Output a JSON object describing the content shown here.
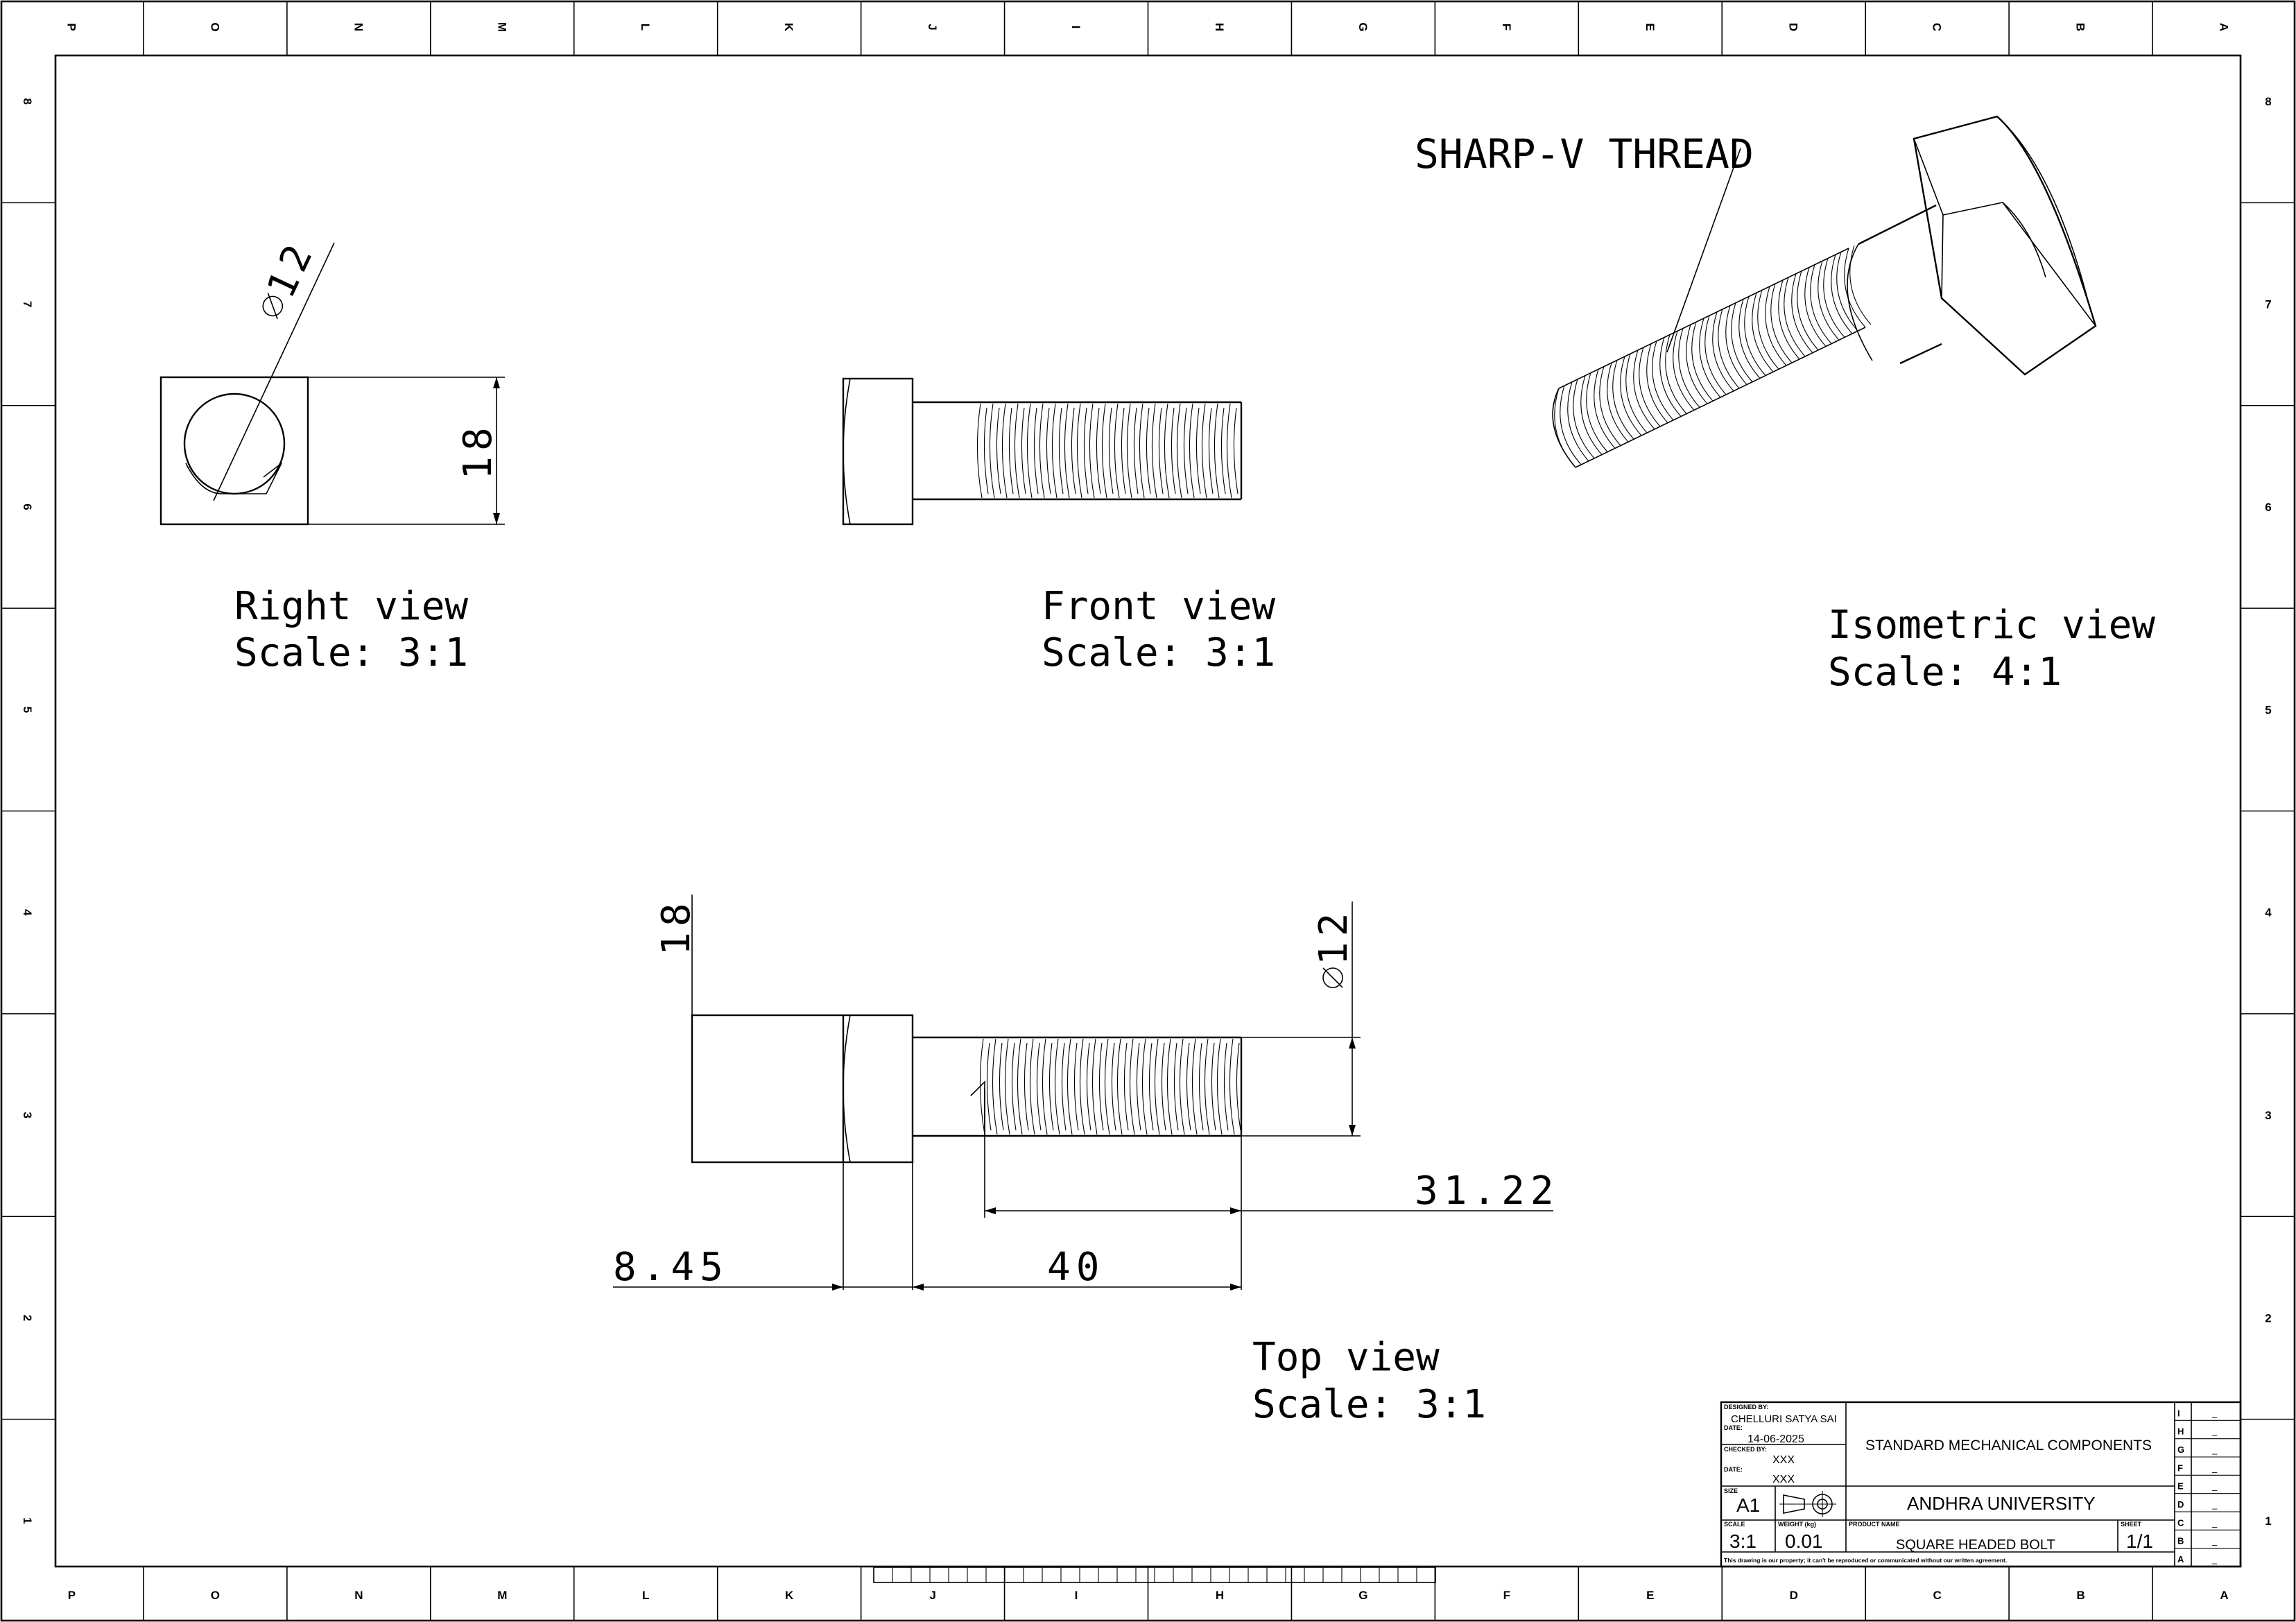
{
  "annotation": {
    "thread_callout": "SHARP-V THREAD"
  },
  "views": {
    "right": {
      "name": "Right view",
      "scale": "Scale:  3:1"
    },
    "front": {
      "name": "Front view",
      "scale": "Scale:  3:1"
    },
    "isometric": {
      "name": "Isometric view",
      "scale": "Scale:  4:1"
    },
    "top": {
      "name": "Top view",
      "scale": "Scale:  3:1"
    }
  },
  "dimensions": {
    "right_diameter": "12",
    "right_height": "18",
    "top_height": "18",
    "top_diameter": "12",
    "thread_length": "31.22",
    "head_width": "8.45",
    "overall_length": "40"
  },
  "zones": {
    "columns": [
      "P",
      "O",
      "N",
      "M",
      "L",
      "K",
      "J",
      "I",
      "H",
      "G",
      "F",
      "E",
      "D",
      "C",
      "B",
      "A"
    ],
    "rows": [
      "8",
      "7",
      "6",
      "5",
      "4",
      "3",
      "2",
      "1"
    ]
  },
  "title_block": {
    "designed_by_label": "DESIGNED BY:",
    "designer": "CHELLURI SATYA SAI",
    "date_label": "DATE:",
    "date": "14-06-2025",
    "checked_by_label": "CHECKED BY:",
    "checked_by": "XXX",
    "date2_label": "DATE:",
    "date2": "XXX",
    "size_label": "SIZE",
    "size": "A1",
    "scale_label": "SCALE",
    "scale": "3:1",
    "weight_label": "WEIGHT (kg)",
    "weight": "0.01",
    "product_name_label": "PRODUCT NAME",
    "product_name": "SQUARE HEADED BOLT",
    "sheet_label": "SHEET",
    "sheet": "1/1",
    "company_line": "STANDARD MECHANICAL COMPONENTS",
    "organization": "ANDHRA UNIVERSITY",
    "disclaimer": "This drawing is our property; it can't be reproduced or communicated without our written agreement.",
    "revisions": [
      {
        "letter": "I",
        "value": "_"
      },
      {
        "letter": "H",
        "value": "_"
      },
      {
        "letter": "G",
        "value": "_"
      },
      {
        "letter": "F",
        "value": "_"
      },
      {
        "letter": "E",
        "value": "_"
      },
      {
        "letter": "D",
        "value": "_"
      },
      {
        "letter": "C",
        "value": "_"
      },
      {
        "letter": "B",
        "value": "_"
      },
      {
        "letter": "A",
        "value": "_"
      }
    ]
  }
}
